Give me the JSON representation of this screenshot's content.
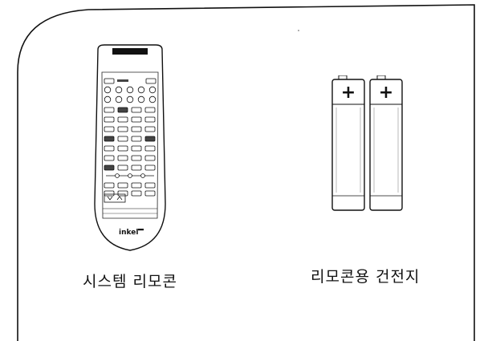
{
  "figure": {
    "remote": {
      "brand": "inkel",
      "caption": "시스템 리모콘"
    },
    "batteries": {
      "count": 2,
      "terminal_symbol": "+",
      "caption": "리모콘용 건전지"
    }
  }
}
